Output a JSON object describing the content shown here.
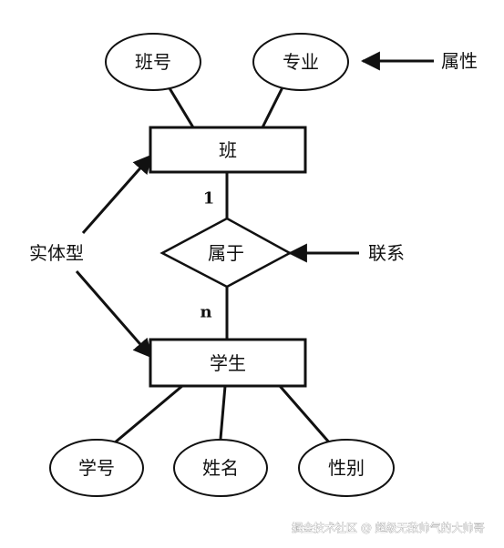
{
  "diagram": {
    "entities": {
      "class": "班",
      "student": "学生"
    },
    "relationship": "属于",
    "cardinality": {
      "one": "1",
      "many": "n"
    },
    "attributes": {
      "class_no": "班号",
      "major": "专业",
      "student_no": "学号",
      "name": "姓名",
      "gender": "性别"
    },
    "annotations": {
      "attribute": "属性",
      "entity_type": "实体型",
      "relation": "联系"
    }
  },
  "watermark": "掘金技术社区 @ 超级无敌帅气的大帅哥"
}
